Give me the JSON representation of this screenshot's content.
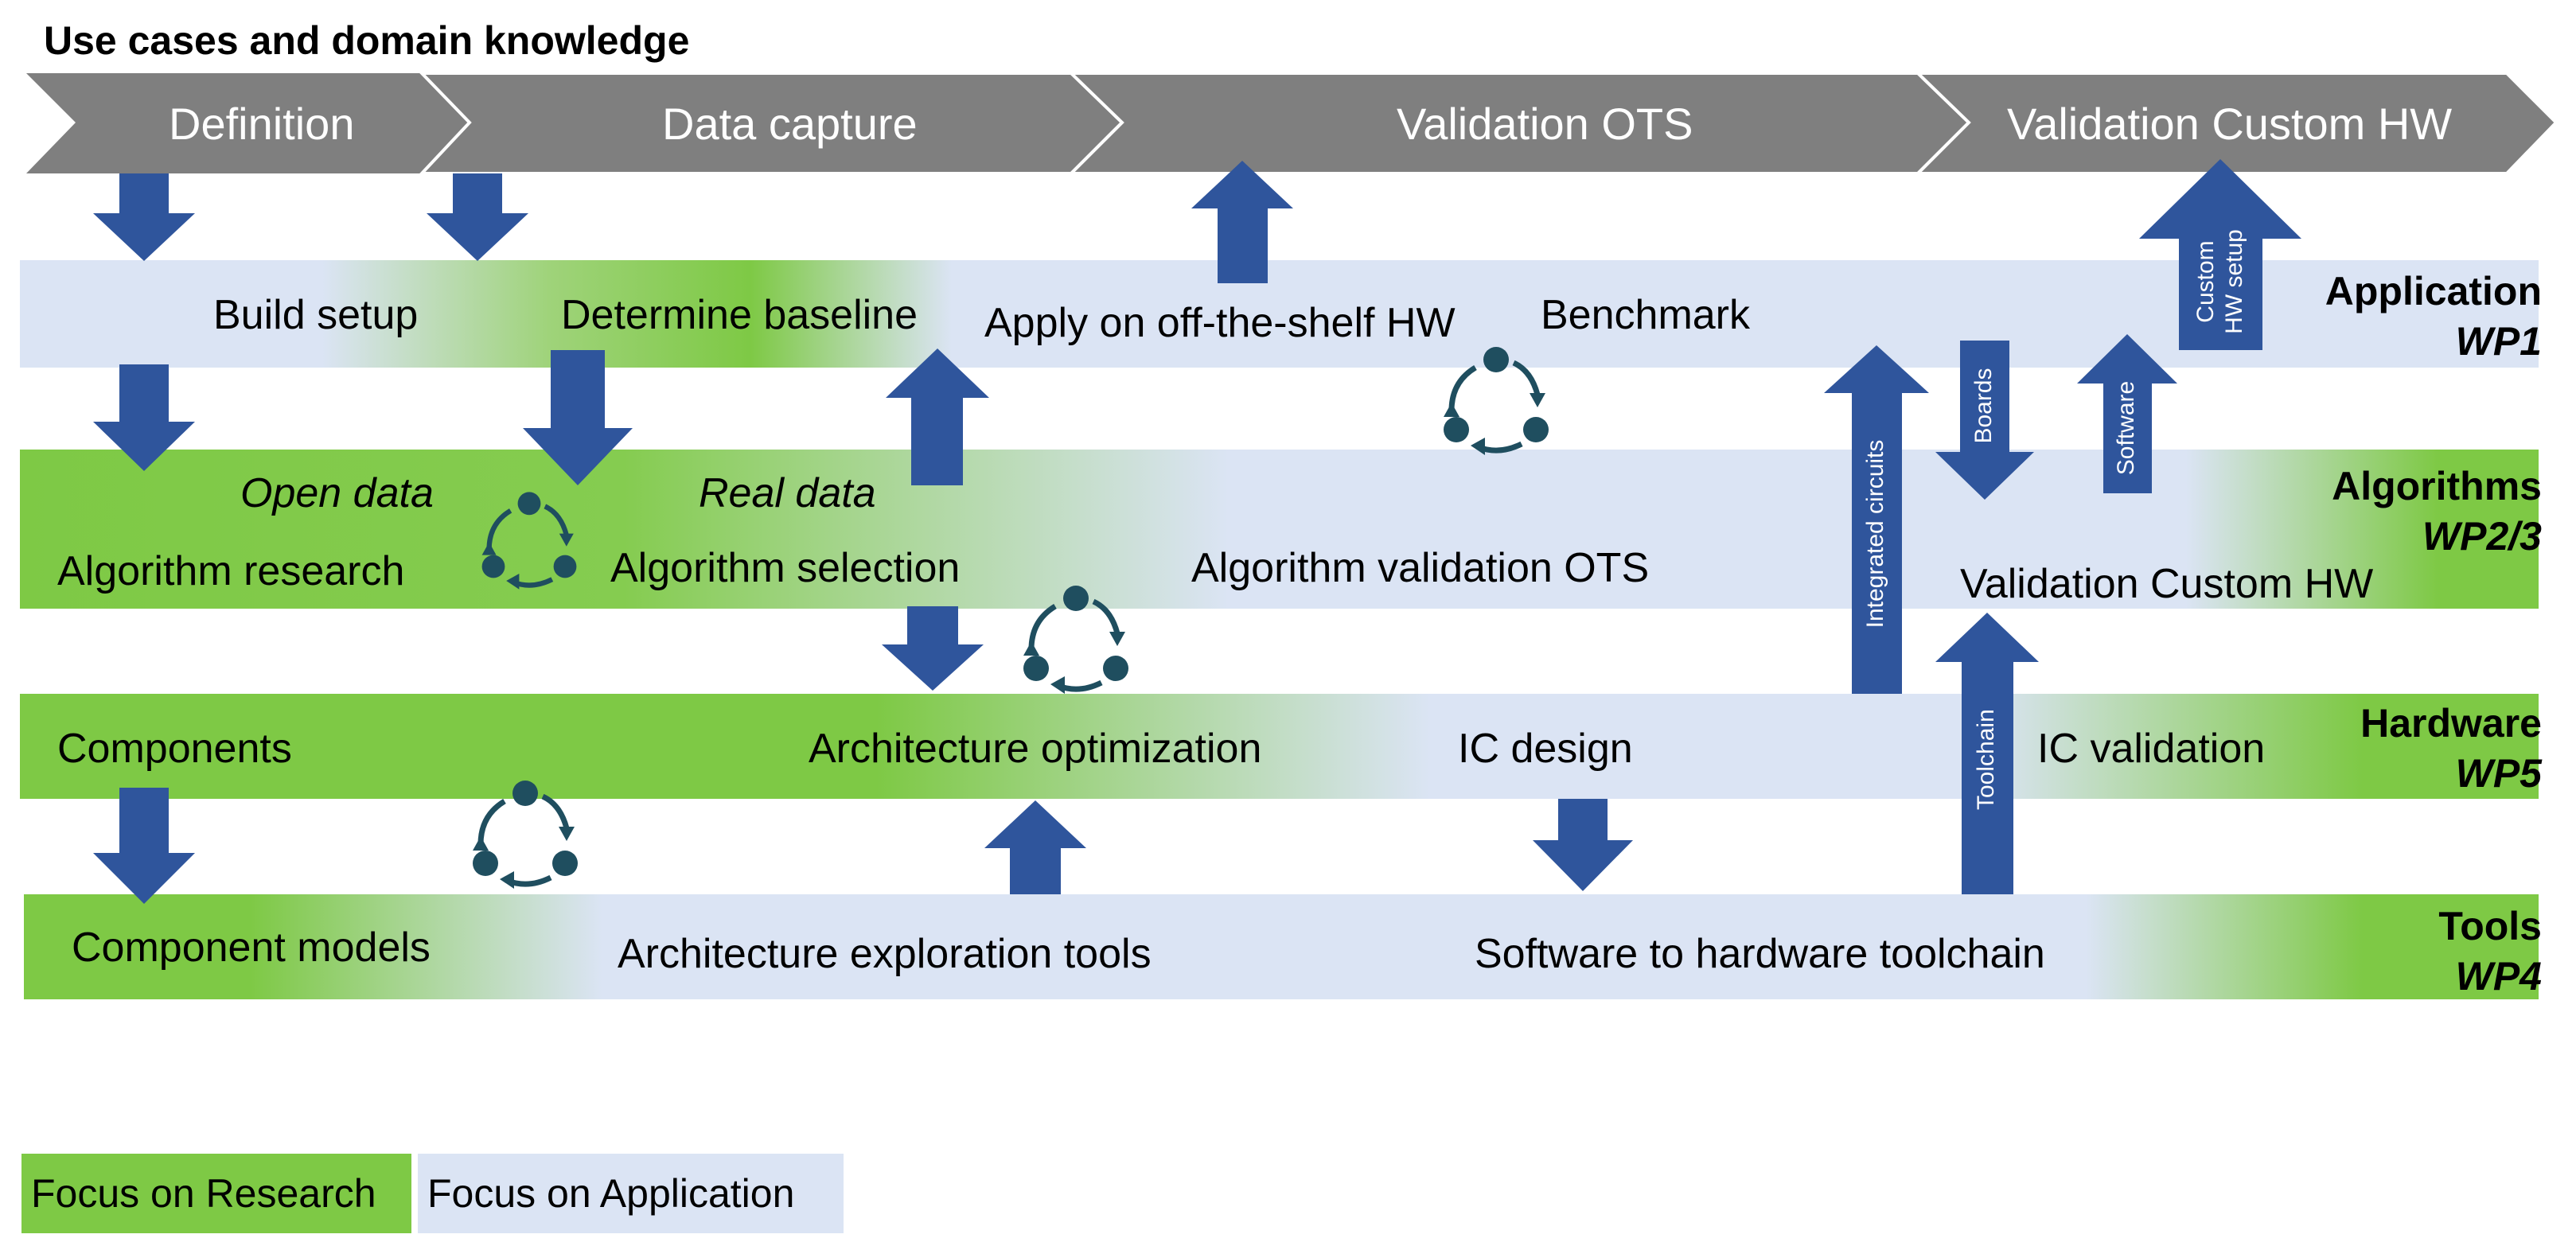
{
  "header": {
    "title": "Use cases and domain knowledge"
  },
  "phases": [
    "Definition",
    "Data capture",
    "Validation OTS",
    "Validation Custom HW"
  ],
  "lanes": [
    {
      "title": "Application",
      "wp": "WP1"
    },
    {
      "title": "Algorithms",
      "wp": "WP2/3"
    },
    {
      "title": "Hardware",
      "wp": "WP5"
    },
    {
      "title": "Tools",
      "wp": "WP4"
    }
  ],
  "labels": {
    "build_setup": "Build setup",
    "determine_baseline": "Determine baseline",
    "apply_ots": "Apply on off-the-shelf HW",
    "benchmark": "Benchmark",
    "open_data": "Open data",
    "real_data": "Real data",
    "algorithm_research": "Algorithm research",
    "algorithm_selection": "Algorithm selection",
    "algorithm_validation_ots": "Algorithm validation OTS",
    "validation_custom_hw": "Validation Custom HW",
    "components": "Components",
    "architecture_optimization": "Architecture optimization",
    "ic_design": "IC design",
    "ic_validation": "IC validation",
    "component_models": "Component models",
    "architecture_exploration_tools": "Architecture exploration tools",
    "software_to_hardware_toolchain": "Software to hardware toolchain"
  },
  "arrow_labels": {
    "integrated_circuits": "Integrated circuits",
    "boards": "Boards",
    "software": "Software",
    "custom_hw_setup_line1": "Custom",
    "custom_hw_setup_line2": "HW setup",
    "toolchain": "Toolchain"
  },
  "legend": {
    "research": "Focus on Research",
    "application": "Focus on Application"
  },
  "colors": {
    "research_green": "#7ec945",
    "application_blue": "#dbe4f4",
    "phase_gray": "#7f7f7f",
    "arrow_blue": "#2f559c",
    "cycle_teal": "#1f4e5f"
  }
}
